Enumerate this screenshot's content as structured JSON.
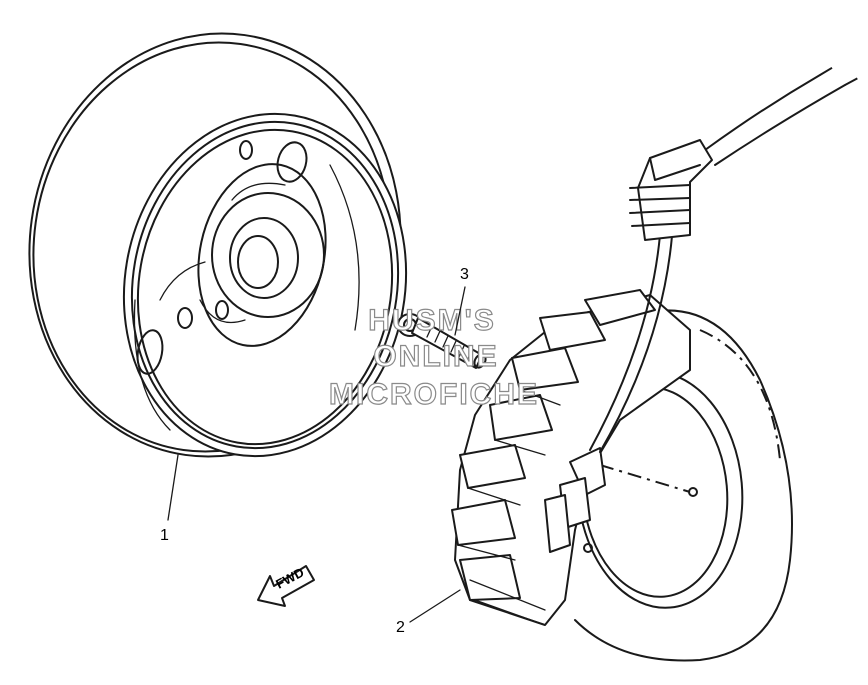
{
  "callouts": [
    {
      "number": "1",
      "part": "rotor"
    },
    {
      "number": "2",
      "part": "stator"
    },
    {
      "number": "3",
      "part": "bolt"
    }
  ],
  "direction_arrow": {
    "label": "FWD"
  },
  "watermark": {
    "lines": [
      "HUSM'S",
      "ONLINE",
      "MICROFICHE"
    ]
  }
}
